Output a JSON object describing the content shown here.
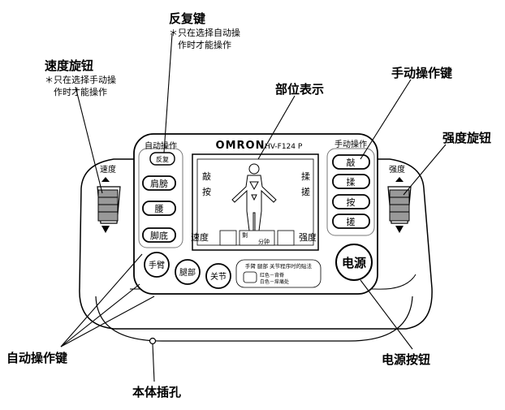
{
  "callouts": {
    "repeat_key": {
      "title": "反复键",
      "note": [
        "＊只在选择自动操",
        "作时才能操作"
      ]
    },
    "speed_knob": {
      "title": "速度旋钮",
      "note": [
        "＊只在选择手动操",
        "作时才能操作"
      ]
    },
    "body_display": {
      "title": "部位表示"
    },
    "manual_keys": {
      "title": "手动操作键"
    },
    "intensity_knob": {
      "title": "强度旋钮"
    },
    "auto_keys": {
      "title": "自动操作键"
    },
    "power_button": {
      "title": "电源按钮"
    },
    "body_jack": {
      "title": "本体插孔"
    }
  },
  "device": {
    "brand": "OMRON",
    "model": "HV-F124 P",
    "auto_label": "自动操作",
    "repeat_button": "反复",
    "manual_label": "手动操作",
    "auto_buttons": [
      "肩膀",
      "腰",
      "脚底"
    ],
    "manual_buttons": [
      "敲",
      "揉",
      "按",
      "搓"
    ],
    "mode_left": [
      "敲",
      "按"
    ],
    "mode_right": [
      "揉",
      "搓"
    ],
    "speed_label": "速度",
    "strength_label": "强度",
    "timer_prefix": "剩",
    "timer_unit": "分钟",
    "area_buttons": [
      "手臂",
      "腿部",
      "关节"
    ],
    "hint_title": "手臂 腿部 关节程序时的贴法",
    "hint_lines": [
      "红色－背脊",
      "白色－痒痛处"
    ],
    "power": "电源"
  }
}
